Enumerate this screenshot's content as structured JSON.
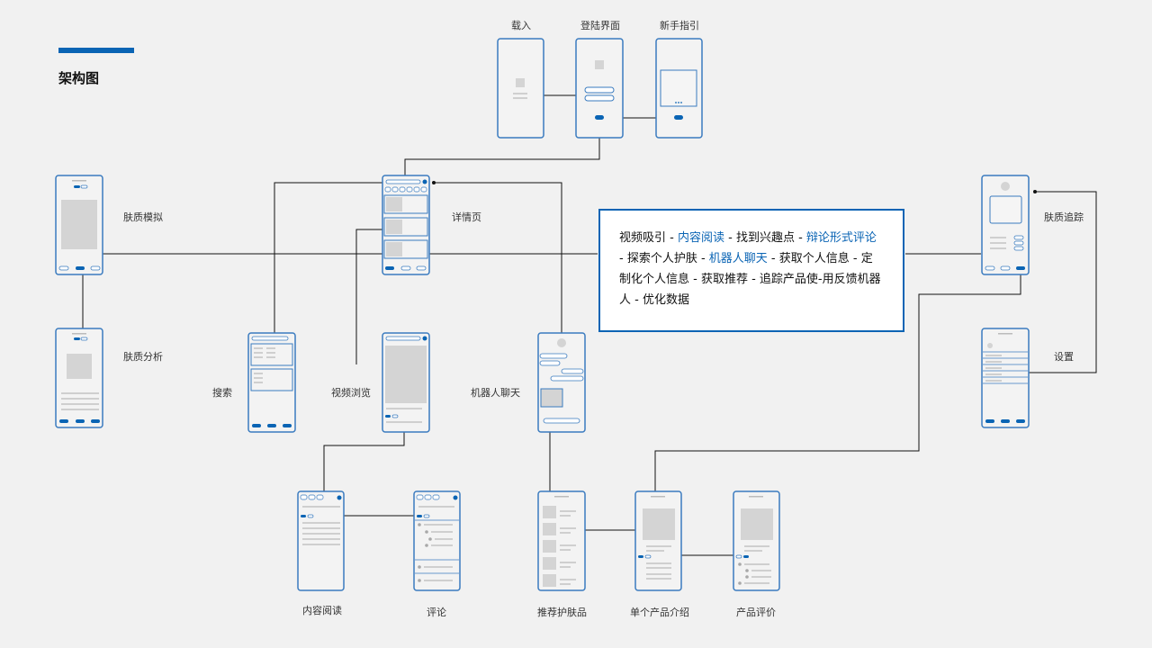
{
  "header": {
    "title": "架构图",
    "accent_color": "#0a64b4"
  },
  "screens": {
    "loading": "载入",
    "login": "登陆界面",
    "guide": "新手指引",
    "skin_sim": "肤质模拟",
    "detail": "详情页",
    "skin_track": "肤质追踪",
    "skin_analysis": "肤质分析",
    "search": "搜索",
    "video": "视频浏览",
    "robot_chat": "机器人聊天",
    "settings": "设置",
    "reading": "内容阅读",
    "comment": "评论",
    "recommend": "推荐护肤品",
    "product_intro": "单个产品介绍",
    "product_review": "产品评价"
  },
  "flow": {
    "segments": [
      {
        "text": "视频吸引 - ",
        "highlight": false
      },
      {
        "text": "内容阅读",
        "highlight": true
      },
      {
        "text": " - 找到兴趣点 - ",
        "highlight": false
      },
      {
        "text": "辩论形式评论",
        "highlight": true
      },
      {
        "text": " - 探索个人护肤 - ",
        "highlight": false
      },
      {
        "text": "机器人聊天",
        "highlight": true
      },
      {
        "text": " - 获取个人信息 - 定制化个人信息 - 获取推荐 - 追踪产品使-用反馈机器人 - 优化数据",
        "highlight": false
      }
    ]
  }
}
